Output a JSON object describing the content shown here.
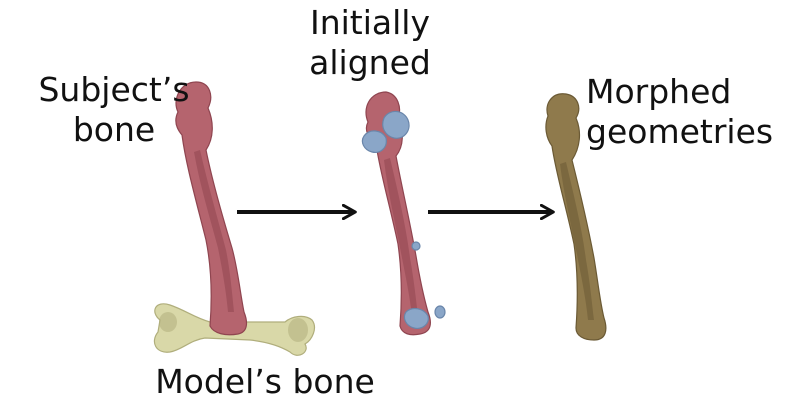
{
  "labels": {
    "subject_line1": "Subject’s",
    "subject_line2": "bone",
    "aligned_line1": "Initially",
    "aligned_line2": "aligned",
    "morphed_line1": "Morphed",
    "morphed_line2": "geometries",
    "model": "Model’s bone"
  },
  "colors": {
    "subject_bone": "#b5646e",
    "subject_bone_shade": "#8f4550",
    "aligned_patch": "#8aa6c8",
    "aligned_patch_shade": "#6a86aa",
    "model_bone": "#d9d8a8",
    "model_bone_shade": "#b0ae7c",
    "morphed_bone": "#8f7a4c",
    "morphed_bone_shade": "#6b5a35",
    "arrow": "#111111"
  }
}
